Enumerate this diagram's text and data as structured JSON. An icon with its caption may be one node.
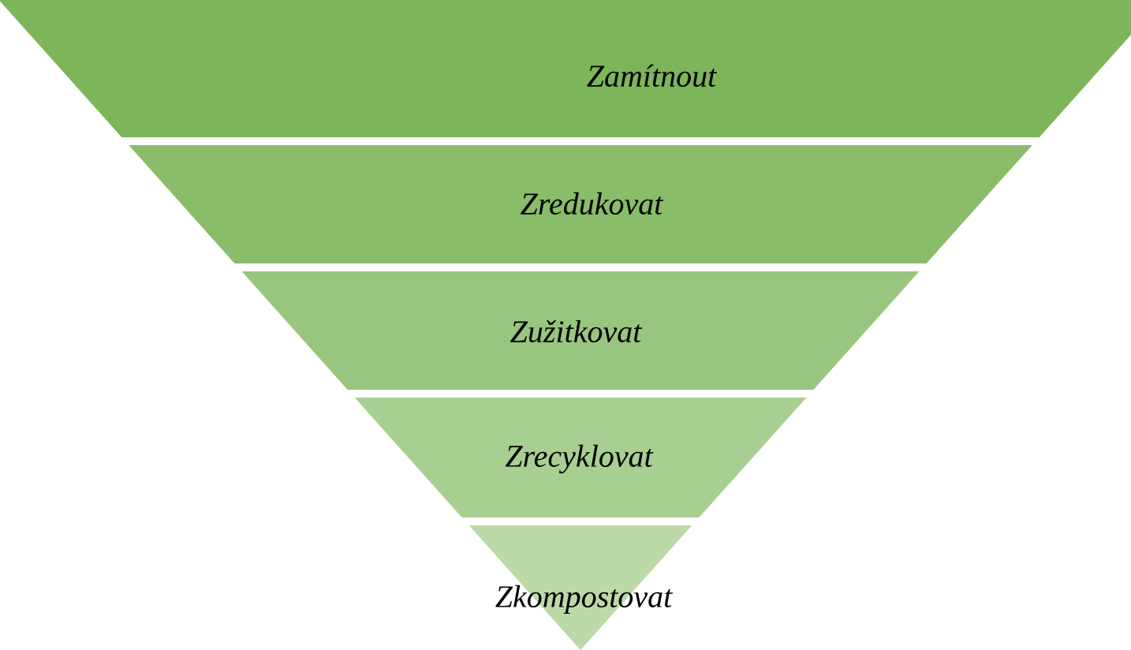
{
  "diagram": {
    "nodes": [
      {
        "text": [
          "Zamítnout"
        ]
      },
      {
        "text": [
          "Zredukovat"
        ]
      },
      {
        "text": [
          "Zužitkovat"
        ]
      },
      {
        "text": [
          "Zrecyklovat"
        ]
      },
      {
        "text": [
          "Zkompostovat"
        ]
      }
    ]
  }
}
